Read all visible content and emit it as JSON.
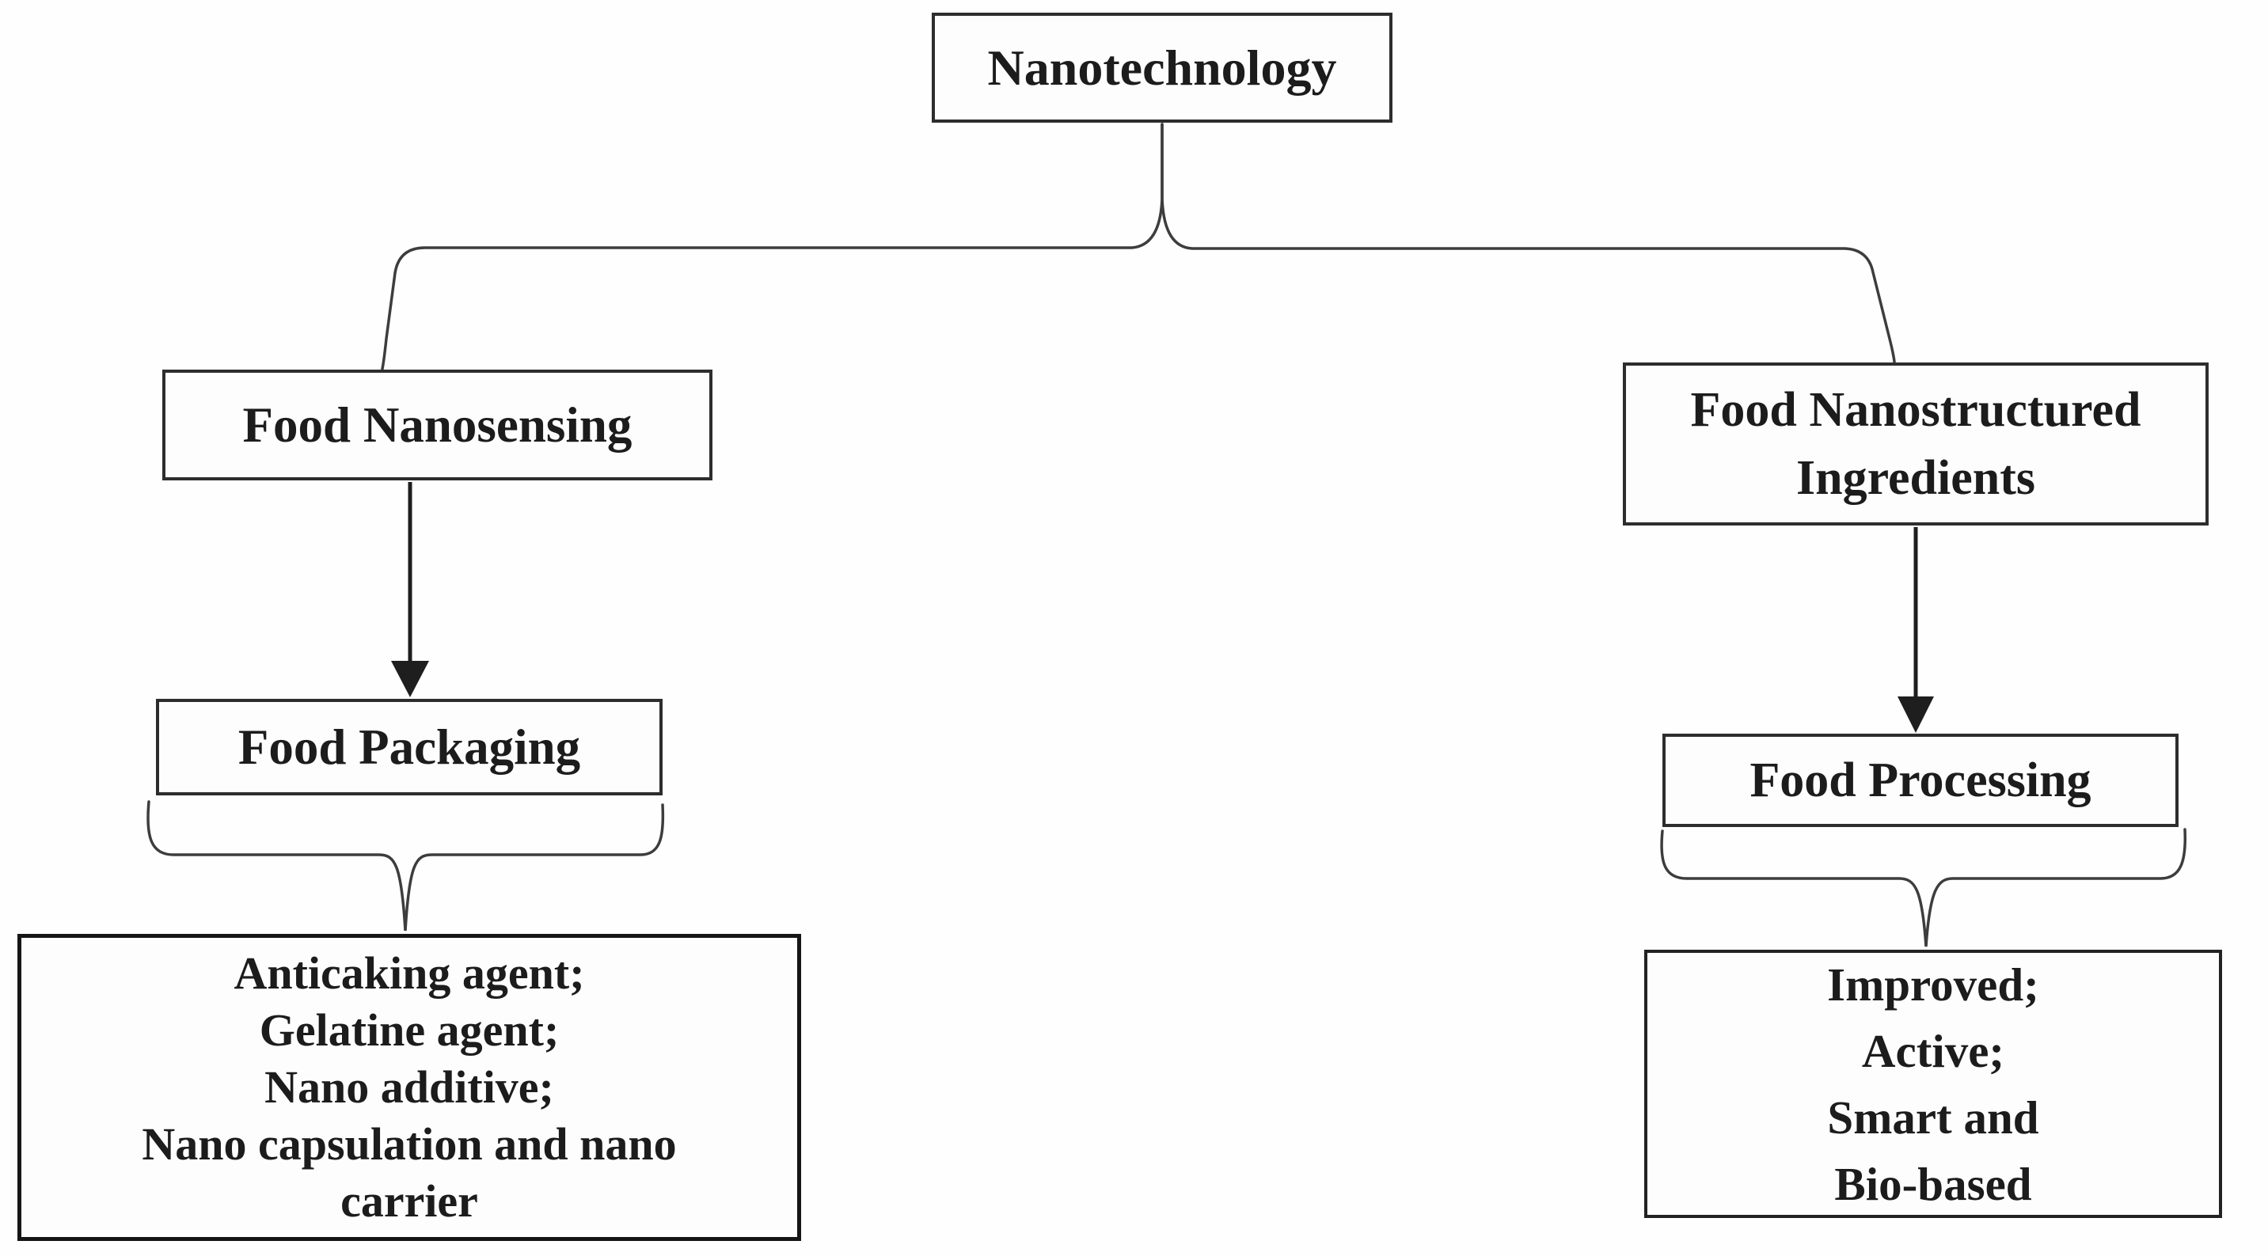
{
  "figure": {
    "type": "flowchart",
    "background": "#fefefe",
    "line_color": "#3d3d3d",
    "arrow_color": "#1e1e1e",
    "border_color": "#2d2d2d",
    "text_color": "#1c1c1c",
    "nodes": {
      "nanotechnology": {
        "label": "Nanotechnology"
      },
      "food_nanosensing": {
        "label": "Food Nanosensing"
      },
      "food_nanostructured_ingredients": {
        "label": "Food Nanostructured\nIngredients"
      },
      "food_packaging": {
        "label": "Food Packaging"
      },
      "food_processing": {
        "label": "Food Processing"
      },
      "packaging_applications": {
        "label": "Anticaking agent;\nGelatine agent;\nNano additive;\nNano capsulation and nano\ncarrier"
      },
      "processing_applications": {
        "label": "Improved;\nActive;\nSmart and\nBio-based"
      }
    },
    "edges": [
      {
        "from": "nanotechnology",
        "to": "food_nanosensing",
        "connector": "curly-split"
      },
      {
        "from": "nanotechnology",
        "to": "food_nanostructured_ingredients",
        "connector": "curly-split"
      },
      {
        "from": "food_nanosensing",
        "to": "food_packaging",
        "connector": "arrow-down"
      },
      {
        "from": "food_nanostructured_ingredients",
        "to": "food_processing",
        "connector": "arrow-down"
      },
      {
        "from": "food_packaging",
        "to": "packaging_applications",
        "connector": "under-brace"
      },
      {
        "from": "food_processing",
        "to": "processing_applications",
        "connector": "under-brace"
      }
    ]
  }
}
